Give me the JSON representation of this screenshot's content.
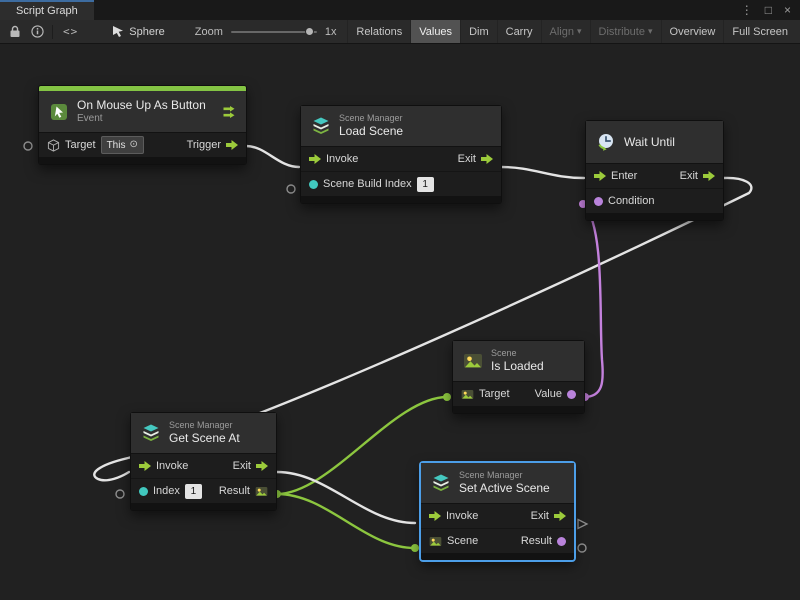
{
  "tab_bar": {
    "title": "Script Graph"
  },
  "glyphs": {
    "kebab": "⋮",
    "maximize": "□",
    "close": "×",
    "caret": "▾",
    "code": "<>",
    "picker": "⊙"
  },
  "toolbar": {
    "target_name": "Sphere",
    "zoom_label": "Zoom",
    "zoom_value": "1x",
    "buttons": [
      {
        "label": "Relations",
        "state": "normal"
      },
      {
        "label": "Values",
        "state": "active"
      },
      {
        "label": "Dim",
        "state": "normal"
      },
      {
        "label": "Carry",
        "state": "normal"
      },
      {
        "label": "Align",
        "state": "disabled",
        "dropdown": true
      },
      {
        "label": "Distribute",
        "state": "disabled",
        "dropdown": true
      },
      {
        "label": "Overview",
        "state": "normal"
      },
      {
        "label": "Full Screen",
        "state": "normal"
      }
    ]
  },
  "nodes": {
    "on_mouse_up": {
      "title": "On Mouse Up As Button",
      "subtitle": "Event",
      "target_label": "Target",
      "target_value": "This",
      "trigger_label": "Trigger"
    },
    "load_scene": {
      "supertitle": "Scene Manager",
      "title": "Load Scene",
      "invoke": "Invoke",
      "exit": "Exit",
      "index_label": "Scene Build Index",
      "index_value": "1"
    },
    "wait_until": {
      "title": "Wait Until",
      "enter": "Enter",
      "exit": "Exit",
      "condition": "Condition"
    },
    "is_loaded": {
      "supertitle": "Scene",
      "title": "Is Loaded",
      "target": "Target",
      "value": "Value"
    },
    "get_scene_at": {
      "supertitle": "Scene Manager",
      "title": "Get Scene At",
      "invoke": "Invoke",
      "exit": "Exit",
      "index_label": "Index",
      "index_value": "1",
      "result": "Result"
    },
    "set_active_scene": {
      "supertitle": "Scene Manager",
      "title": "Set Active Scene",
      "invoke": "Invoke",
      "exit": "Exit",
      "scene": "Scene",
      "result": "Result"
    }
  },
  "colors": {
    "flow_green": "#9CCB3B",
    "wire_white": "#E4E4E4",
    "wire_green": "#8CC63F",
    "wire_purple": "#C481DD",
    "port_teal": "#41C8BE",
    "port_purple": "#B983DB",
    "selection_blue": "#4C9EE8",
    "event_accent": "#84C444"
  }
}
